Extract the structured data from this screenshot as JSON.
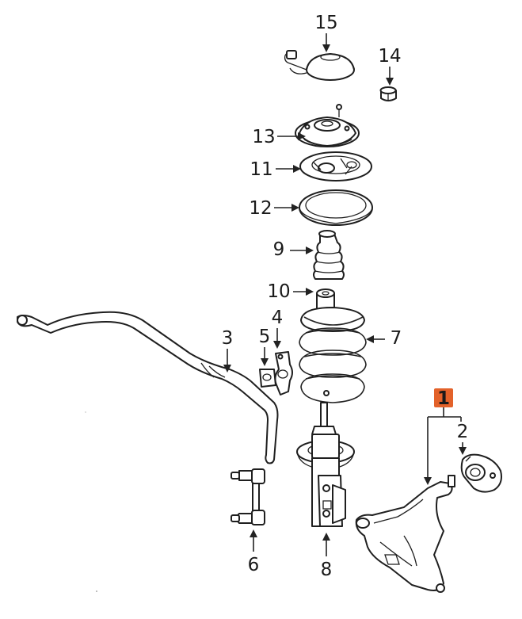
{
  "highlight_color": "#e3622a",
  "labels": {
    "p1": "1",
    "p2": "2",
    "p3": "3",
    "p4": "4",
    "p5": "5",
    "p6": "6",
    "p7": "7",
    "p8": "8",
    "p9": "9",
    "p10": "10",
    "p11": "11",
    "p12": "12",
    "p13": "13",
    "p14": "14",
    "p15": "15"
  }
}
